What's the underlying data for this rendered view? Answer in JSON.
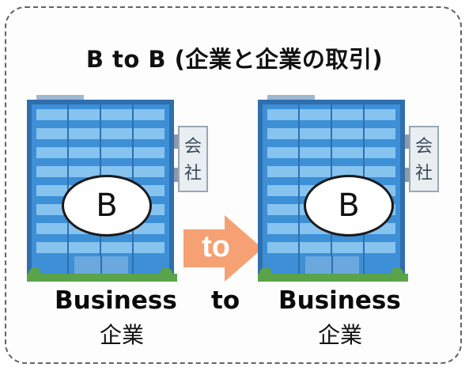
{
  "title": "B to B (企業と企業の取引)",
  "left": {
    "circle_letter": "B",
    "label": "Business",
    "sub": "企業",
    "sign_top": "会",
    "sign_bottom": "社"
  },
  "arrow": {
    "text": "to"
  },
  "middle_label": "to",
  "right": {
    "circle_letter": "B",
    "label": "Business",
    "sub": "企業",
    "sign_top": "会",
    "sign_bottom": "社"
  },
  "colors": {
    "border": "#5f6368",
    "building_blue": "#3d8fd6",
    "building_frame": "#2f6fae",
    "window": "#86c3ef",
    "arrow_orange": "#f5a173",
    "grass": "#5aa34a"
  }
}
